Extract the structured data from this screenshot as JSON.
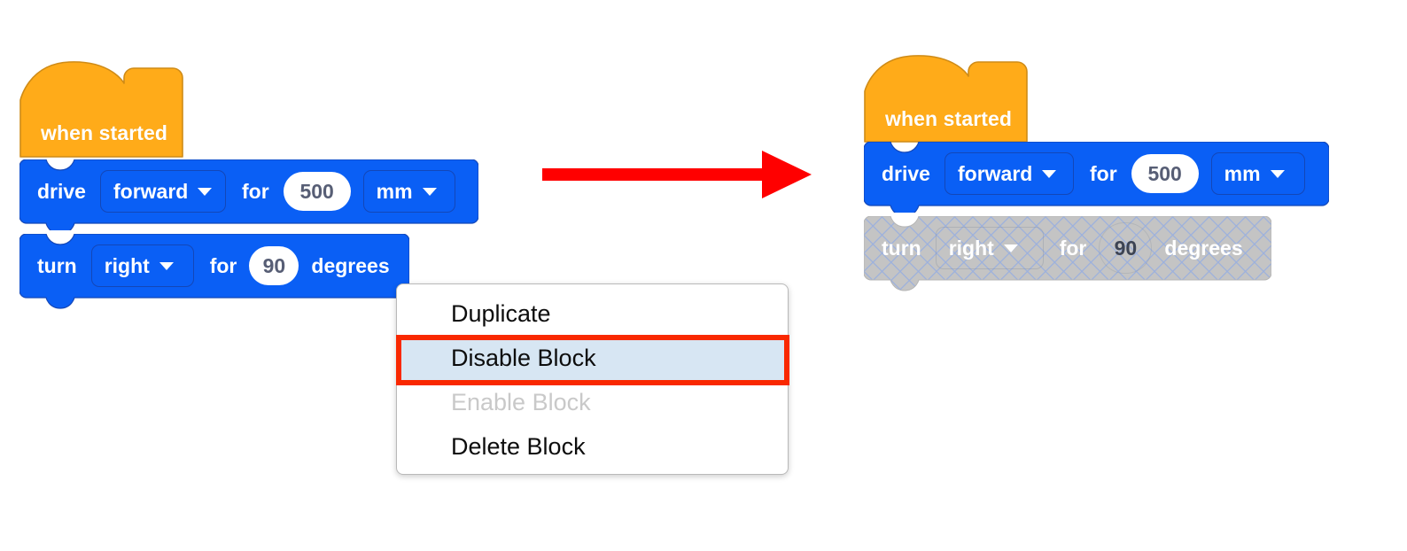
{
  "scene": {
    "description": "VEXcode block programming — disabling a block via right-click context menu",
    "colors": {
      "hat_block": "#FFAB19",
      "hat_block_border": "#CF8B17",
      "command_block": "#0A5FF5",
      "command_block_border": "#1347B8",
      "disabled_block_fill": "#C4C4C4",
      "disabled_hatch": "#9BB0DE",
      "menu_highlight_bg": "#D7E6F3",
      "menu_highlight_border": "#F92800",
      "arrow": "#FF0000",
      "number_text": "#575E75",
      "menu_text": "#0D0D0D",
      "menu_text_disabled": "#C9C9C9"
    }
  },
  "before_stack": {
    "hat": {
      "label": "when started",
      "icon": "hat-block-shape"
    },
    "blocks": [
      {
        "id": "drive",
        "enabled": true,
        "parts": [
          {
            "kind": "label",
            "text": "drive"
          },
          {
            "kind": "dropdown",
            "value": "forward",
            "icon": "chevron-down-icon"
          },
          {
            "kind": "label",
            "text": "for"
          },
          {
            "kind": "number",
            "value": "500"
          },
          {
            "kind": "dropdown",
            "value": "mm",
            "icon": "chevron-down-icon"
          }
        ]
      },
      {
        "id": "turn",
        "enabled": true,
        "parts": [
          {
            "kind": "label",
            "text": "turn"
          },
          {
            "kind": "dropdown",
            "value": "right",
            "icon": "chevron-down-icon"
          },
          {
            "kind": "label",
            "text": "for"
          },
          {
            "kind": "number",
            "value": "90"
          },
          {
            "kind": "label",
            "text": "degrees"
          }
        ]
      }
    ]
  },
  "after_stack": {
    "hat": {
      "label": "when started",
      "icon": "hat-block-shape"
    },
    "blocks": [
      {
        "id": "drive",
        "enabled": true,
        "parts": [
          {
            "kind": "label",
            "text": "drive"
          },
          {
            "kind": "dropdown",
            "value": "forward",
            "icon": "chevron-down-icon"
          },
          {
            "kind": "label",
            "text": "for"
          },
          {
            "kind": "number",
            "value": "500"
          },
          {
            "kind": "dropdown",
            "value": "mm",
            "icon": "chevron-down-icon"
          }
        ]
      },
      {
        "id": "turn",
        "enabled": false,
        "parts": [
          {
            "kind": "label",
            "text": "turn"
          },
          {
            "kind": "dropdown",
            "value": "right",
            "icon": "chevron-down-icon"
          },
          {
            "kind": "label",
            "text": "for"
          },
          {
            "kind": "number",
            "value": "90"
          },
          {
            "kind": "label",
            "text": "degrees"
          }
        ]
      }
    ]
  },
  "context_menu": {
    "items": [
      {
        "label": "Duplicate",
        "state": "normal"
      },
      {
        "label": "Disable Block",
        "state": "selected"
      },
      {
        "label": "Enable Block",
        "state": "disabled"
      },
      {
        "label": "Delete Block",
        "state": "normal"
      }
    ]
  },
  "arrow": {
    "icon": "right-arrow-icon",
    "direction": "right"
  }
}
